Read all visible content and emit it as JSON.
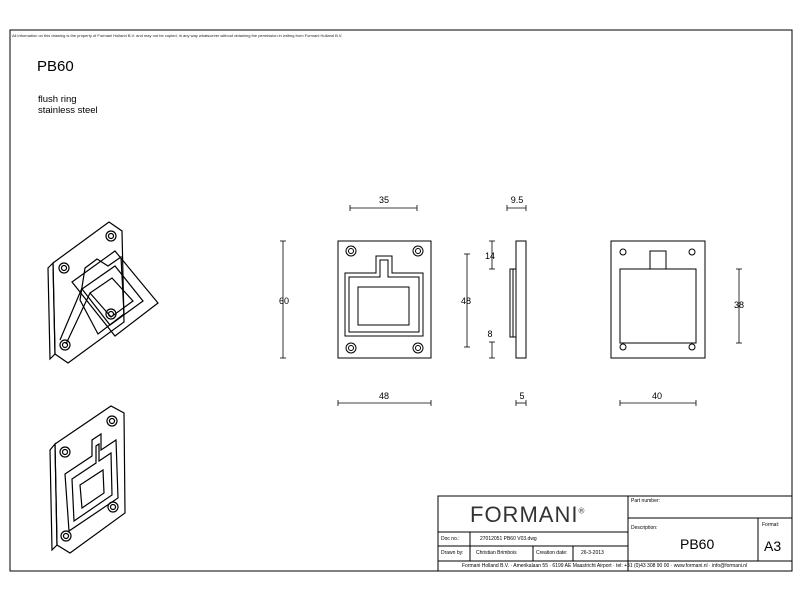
{
  "disclaimer": "All information on this drawing is the property of Formani Holland B.V. and may not be copied, in any way whatsoever without obtaining the permission in writing from Formani Holland B.V.",
  "product": {
    "code": "PB60",
    "description_line1": "flush ring",
    "description_line2": "stainless steel"
  },
  "dimensions": {
    "front_width_top": "35",
    "front_height": "60",
    "front_inner_height": "48",
    "front_width_bottom": "48",
    "side_top": "9.5",
    "side_upper": "14",
    "side_lower": "8",
    "side_bottom": "5",
    "back_height": "38",
    "back_width": "40"
  },
  "title_block": {
    "logo": "FORMANI",
    "logo_mark": "®",
    "part_number_label": "Part number:",
    "part_number_value": "",
    "description_label": "Description:",
    "description_value": "PB60",
    "format_label": "Format:",
    "format_value": "A3",
    "doc_no_label": "Doc no.:",
    "doc_no_value": "27012051 PB60 V03.dwg",
    "drawn_by_label": "Drawn by:",
    "drawn_by_value": "Christian Brimbois",
    "creation_date_label": "Creation date:",
    "creation_date_value": "26-3-2013",
    "footer": "Formani Holland B.V. · Amerikalaan 55 · 6199 AE Maastricht Airport · tel: +31 (0)43 308 90 00 · www.formani.nl · info@formani.nl"
  }
}
